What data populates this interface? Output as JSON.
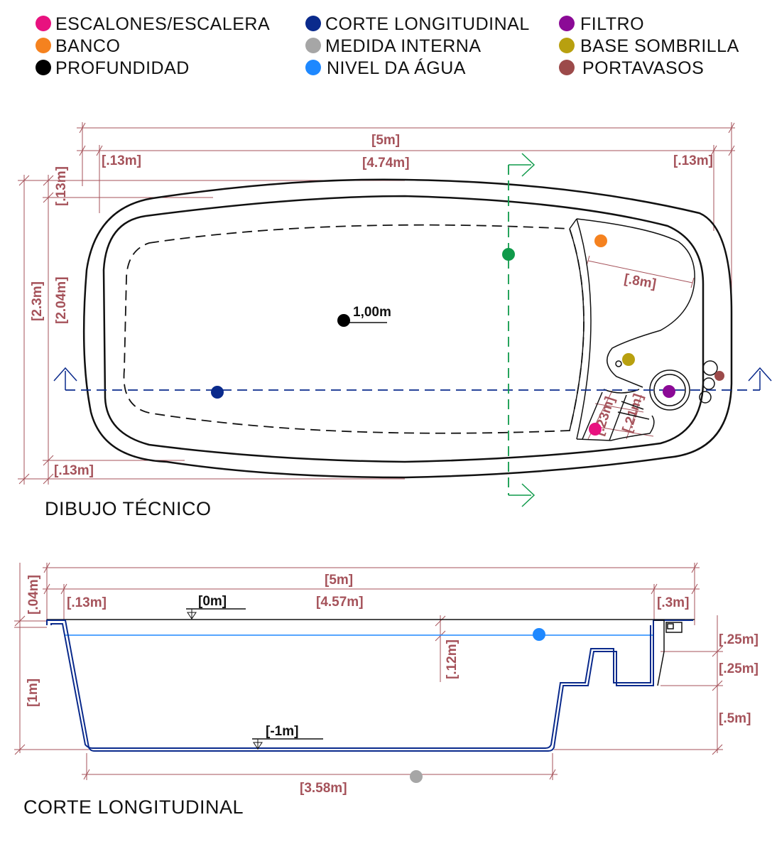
{
  "legend": [
    {
      "label": "ESCALONES/ESCALERA",
      "color": "#e8127f"
    },
    {
      "label": "BANCO",
      "color": "#f5821f"
    },
    {
      "label": "PROFUNDIDAD",
      "color": "#000000"
    },
    {
      "label": "CORTE LONGITUDINAL",
      "color": "#0a2a8c"
    },
    {
      "label": "MEDIDA INTERNA",
      "color": "#a6a6a6"
    },
    {
      "label": "NIVEL DA ÁGUA",
      "color": "#1e88ff"
    },
    {
      "label": "FILTRO",
      "color": "#8b0a96"
    },
    {
      "label": "BASE SOMBRILLA",
      "color": "#b8a00f"
    },
    {
      "label": "PORTAVASOS",
      "color": "#9c4a4a"
    }
  ],
  "section_colors": {
    "long_section_line": "#0a2a8c",
    "cross_section_line": "#0f9a4a",
    "dimension": "#a5525a"
  },
  "plan": {
    "title": "DIBUJO TÉCNICO",
    "depth_label": "1,00m",
    "dims": {
      "total_length": "[5m]",
      "inner_length": "[4.74m]",
      "left_border": "[.13m]",
      "right_border": "[.13m]",
      "top_border": "[.13m]",
      "total_width": "[2.3m]",
      "inner_width": "[2.04m]",
      "bottom_border": "[.13m]",
      "bench_width": "[.8m]",
      "step_1": "[.23m]",
      "step_2": "[.21m]"
    }
  },
  "section": {
    "title": "CORTE LONGITUDINAL",
    "level_top": "[0m]",
    "level_bottom": "[-1m]",
    "dims": {
      "rim": "[.04m]",
      "total_length": "[5m]",
      "left_border": "[.13m]",
      "inner_length": "[4.57m]",
      "right_border": "[.3m]",
      "water_gap": "[.12m]",
      "depth": "[1m]",
      "step_a": "[.25m]",
      "step_b": "[.25m]",
      "step_c": "[.5m]",
      "floor_length": "[3.58m]"
    }
  }
}
